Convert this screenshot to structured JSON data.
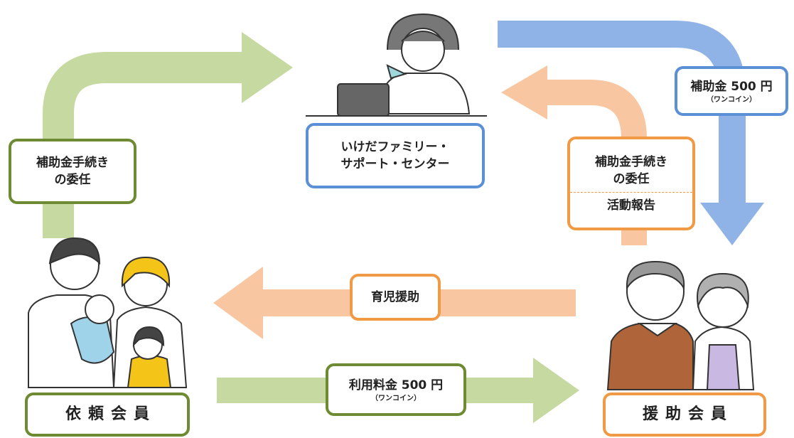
{
  "nodes": {
    "center": {
      "line1": "いけだファミリー・",
      "line2": "サポート・センター"
    },
    "requester": {
      "label": "依頼会員"
    },
    "helper": {
      "label": "援助会員"
    }
  },
  "flows": {
    "requester_to_center": {
      "line1": "補助金手続き",
      "line2": "の委任"
    },
    "center_to_helper": {
      "main": "補助金 500 円",
      "sub": "（ワンコイン）"
    },
    "helper_to_center": {
      "line1": "補助金手続き",
      "line2": "の委任",
      "line3": "活動報告"
    },
    "helper_to_requester": {
      "label": "育児援助"
    },
    "requester_to_helper": {
      "main": "利用料金 500 円",
      "sub": "（ワンコイン）"
    }
  },
  "colors": {
    "green_arrow": "#c6d9a0",
    "green_border": "#6e8a33",
    "blue_arrow": "#8fb3e6",
    "blue_border": "#5b8fd6",
    "orange_arrow": "#f8c6a0",
    "orange_border": "#f19a45"
  },
  "illustrations": [
    "receptionist-icon",
    "family-icon",
    "elderly-couple-icon"
  ]
}
